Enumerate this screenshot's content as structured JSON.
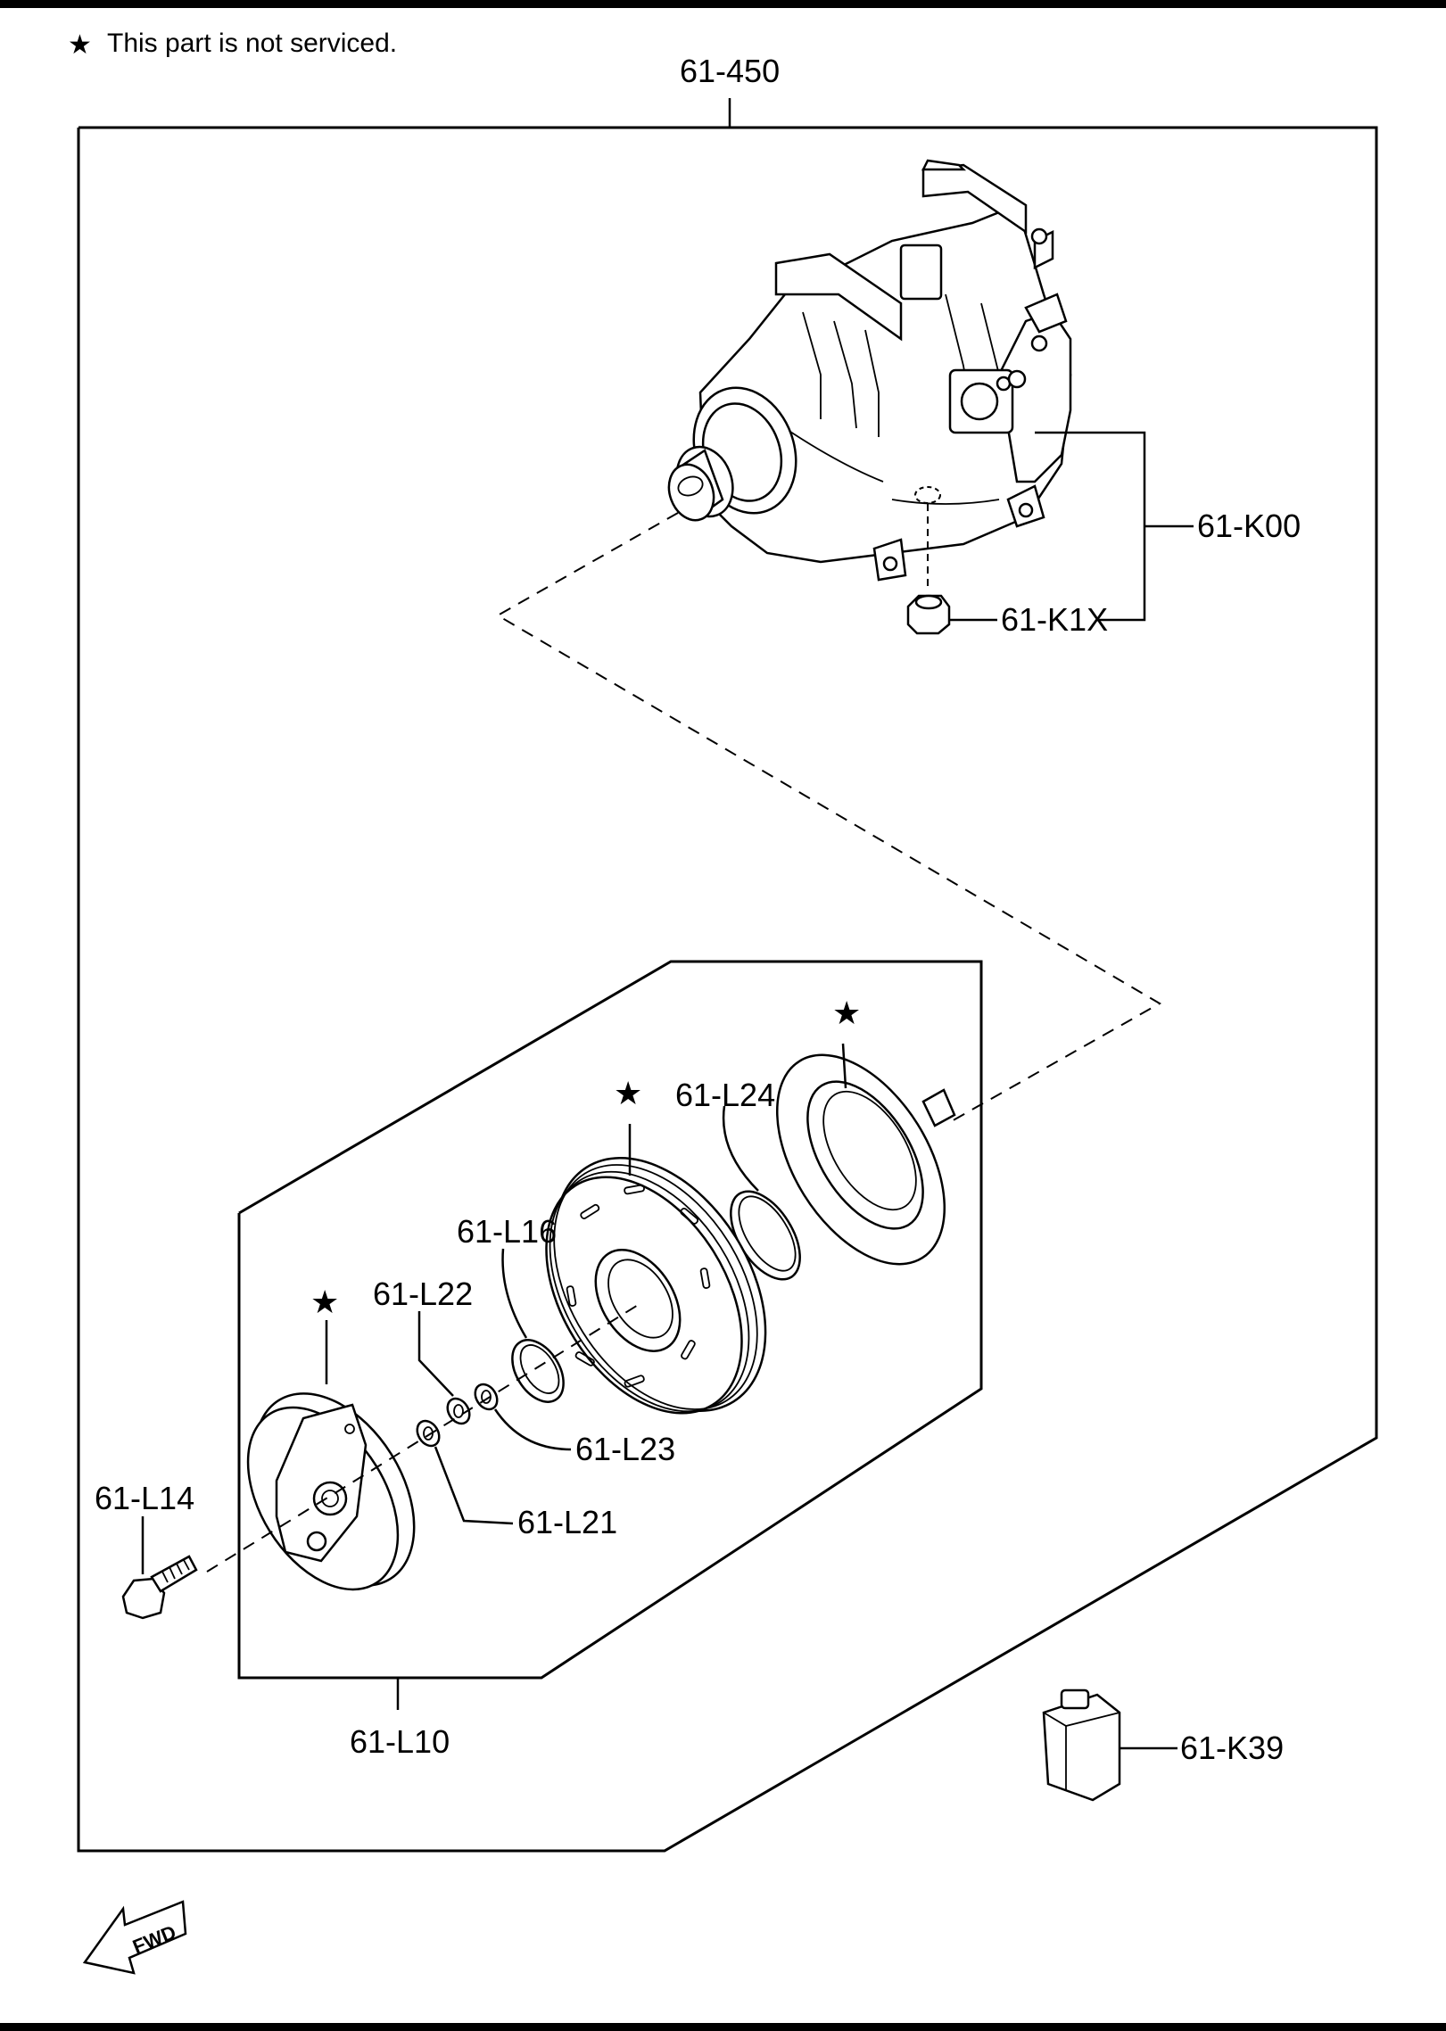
{
  "note": {
    "star_symbol": "★",
    "text": "This part is not serviced."
  },
  "labels": {
    "assembly": "61-450",
    "compressor": "61-K00",
    "plug": "61-K1X",
    "oil": "61-K39",
    "clutch_set": "61-L10",
    "bolt": "61-L14",
    "snap_ring_16": "61-L16",
    "shim_21": "61-L21",
    "shim_22": "61-L22",
    "shim_23": "61-L23",
    "snap_ring_24": "61-L24"
  },
  "stars": [
    "★",
    "★",
    "★"
  ],
  "fwd": "FWD",
  "colors": {
    "ink": "#000000",
    "background": "#ffffff"
  }
}
